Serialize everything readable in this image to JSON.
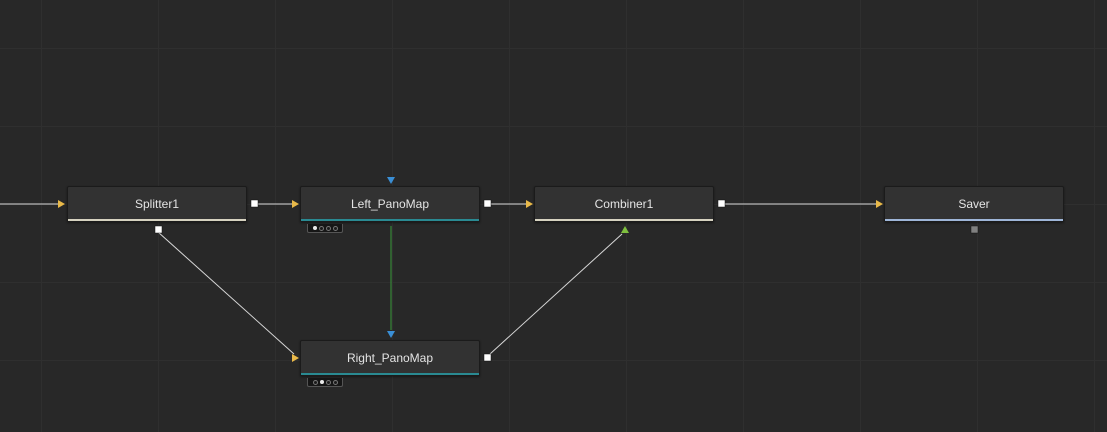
{
  "flow": {
    "nodes": [
      {
        "id": "splitter",
        "label": "Splitter1",
        "stripe": "#d6d2c0"
      },
      {
        "id": "left",
        "label": "Left_PanoMap",
        "stripe": "#2a8a92"
      },
      {
        "id": "combiner",
        "label": "Combiner1",
        "stripe": "#d6d2c0"
      },
      {
        "id": "saver",
        "label": "Saver",
        "stripe": "#9fb6d8"
      },
      {
        "id": "right",
        "label": "Right_PanoMap",
        "stripe": "#2a8a92"
      }
    ]
  },
  "colors": {
    "background": "#282828",
    "wire": "#d8d8d8",
    "mask_wire": "#3a9a3a",
    "input_arrow": "#e9b949",
    "mask_arrow": "#3a8fd6",
    "foreground_arrow": "#7fbf3f"
  }
}
